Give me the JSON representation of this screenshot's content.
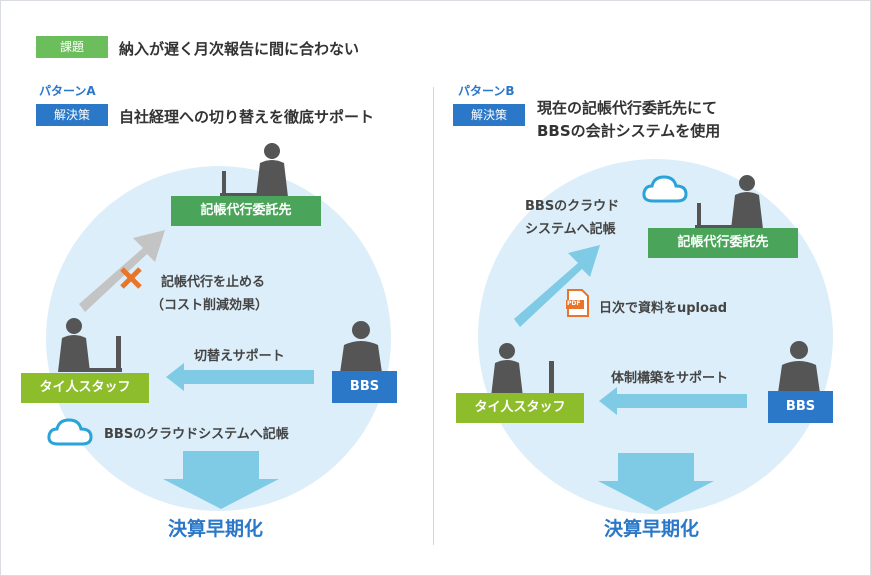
{
  "issue": {
    "tag": "課題",
    "text": "納入が遅く月次報告に間に合わない"
  },
  "pattern_a": {
    "pattern_label": "パターンA",
    "solution_tag": "解決策",
    "solution_text": "自社経理への切り替えを徹底サポート",
    "outsourcer_box": "記帳代行委託先",
    "staff_box": "タイ人スタッフ",
    "bbs_box": "BBS",
    "stop_line1": "記帳代行を止める",
    "stop_line2": "（コスト削減効果）",
    "support_arrow_label": "切替えサポート",
    "cloud_label": "BBSのクラウドシステムへ記帳",
    "result": "決算早期化"
  },
  "pattern_b": {
    "pattern_label": "パターンB",
    "solution_tag": "解決策",
    "solution_line1": "現在の記帳代行委託先にて",
    "solution_line2": "BBSの会計システムを使用",
    "cloud_line1": "BBSのクラウド",
    "cloud_line2": "システムへ記帳",
    "outsourcer_box": "記帳代行委託先",
    "pdf_icon_text": "PDF",
    "upload_label": "日次で資料をupload",
    "support_arrow_label": "体制構築をサポート",
    "staff_box": "タイ人スタッフ",
    "bbs_box": "BBS",
    "result": "決算早期化"
  },
  "colors": {
    "tag_green": "#6cbd5c",
    "tag_blue": "#2b78c8",
    "circle_bg": "#dceef9",
    "box_green": "#8dbd2a",
    "box_teal": "#4aa55a",
    "arrow_blue": "#7fcbe6",
    "arrow_gray": "#c4c4c4",
    "cross_orange": "#e8752a",
    "result_blue": "#2b78c8"
  }
}
